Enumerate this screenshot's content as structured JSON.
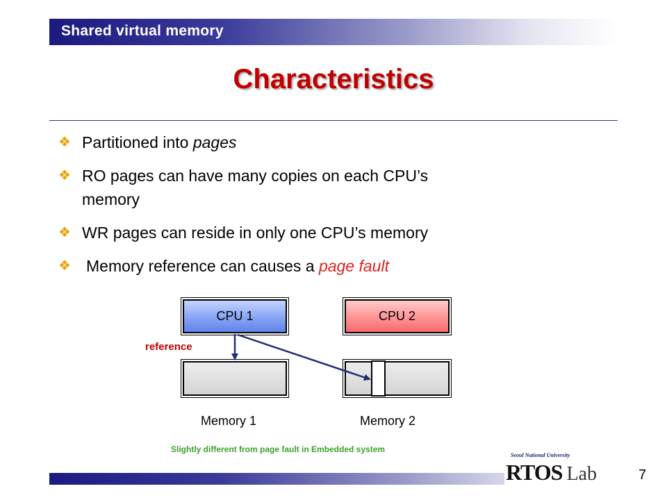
{
  "header": {
    "section_title": "Shared virtual memory"
  },
  "slide": {
    "title": "Characteristics"
  },
  "bullets": [
    {
      "plain": "Partitioned into ",
      "italic": "pages"
    },
    {
      "line1": "RO pages can have many copies on each CPU’s",
      "line2": "memory"
    },
    {
      "text": "WR pages can reside in only one CPU’s memory"
    },
    {
      "plain": "Memory reference can causes a ",
      "highlight": "page fault"
    }
  ],
  "diagram": {
    "cpu1_label": "CPU 1",
    "cpu2_label": "CPU 2",
    "reference_label": "reference",
    "memory1_label": "Memory 1",
    "memory2_label": "Memory 2"
  },
  "footnote": "Slightly different from page fault in Embedded system",
  "logo": {
    "subtitle": "Seoul National University",
    "main_rtos": "RTOS",
    "main_lab": "Lab"
  },
  "page_number": "7",
  "colors": {
    "title_red": "#c00000",
    "bullet_mark": "#e8a100",
    "highlight_red": "#e02020",
    "arrow_navy": "#1f2f6e",
    "footnote_green": "#3ea02d"
  }
}
